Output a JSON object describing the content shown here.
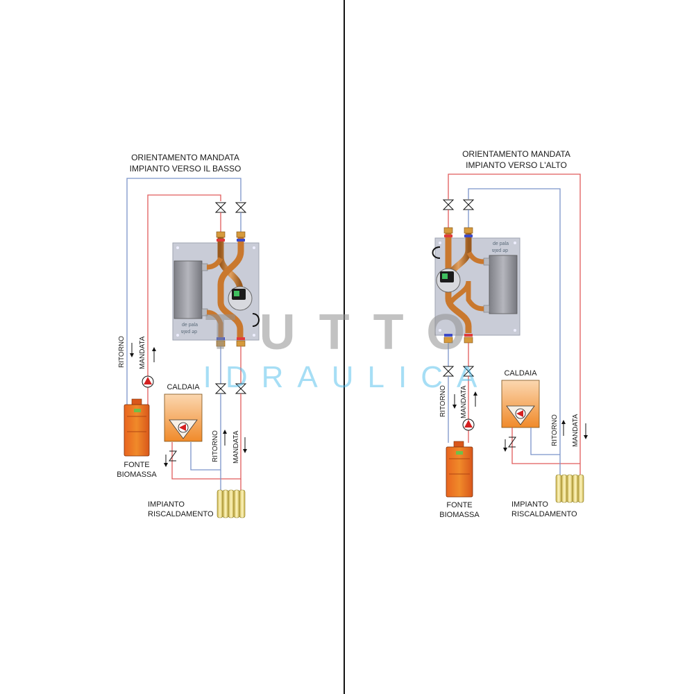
{
  "left_panel": {
    "title_line1": "ORIENTAMENTO MANDATA",
    "title_line2": "IMPIANTO VERSO IL BASSO",
    "ritorno_upper": "RITORNO",
    "mandata_upper": "MANDATA",
    "caldaia": "CALDAIA",
    "ritorno_lower": "RITORNO",
    "mandata_lower": "MANDATA",
    "fonte_line1": "FONTE",
    "fonte_line2": "BIOMASSA",
    "impianto_line1": "IMPIANTO",
    "impianto_line2": "RISCALDAMENTO",
    "brand_line1": "de pala",
    "brand_line2": "de pala"
  },
  "right_panel": {
    "title_line1": "ORIENTAMENTO MANDATA",
    "title_line2": "IMPIANTO VERSO L'ALTO",
    "ritorno_upper": "RITORNO",
    "mandata_upper": "MANDATA",
    "caldaia": "CALDAIA",
    "ritorno_lower": "RITORNO",
    "mandata_lower": "MANDATA",
    "fonte_line1": "FONTE",
    "fonte_line2": "BIOMASSA",
    "impianto_line1": "IMPIANTO",
    "impianto_line2": "RISCALDAMENTO",
    "brand_line1": "de pala",
    "brand_line2": "de pala"
  },
  "watermark": {
    "line1": "TUTTO",
    "line2": "IDRAULICA"
  },
  "colors": {
    "supply_red": "#e05a5a",
    "return_blue": "#7b93c9",
    "boiler_orange": "#f08a2a",
    "copper": "#c9782e",
    "plate_gray": "#c7cbd6",
    "divider": "#111111"
  }
}
